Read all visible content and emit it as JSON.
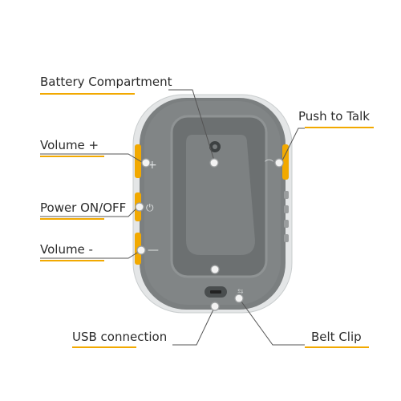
{
  "colors": {
    "accent": "#f2a900",
    "body": "#7b7f80",
    "body_dark": "#6e7273",
    "rim": "#dfe2e3",
    "panel": "#868a8b",
    "leader": "#555555",
    "marker": "#f3f3f3"
  },
  "labels": {
    "battery": "Battery Compartment",
    "push_to_talk": "Push to Talk",
    "volume_up": "Volume +",
    "power": "Power ON/OFF",
    "volume_down": "Volume -",
    "usb": "USB connection",
    "belt_clip": "Belt Clip"
  },
  "icons": {
    "volume_up": "plus-icon",
    "power": "power-icon",
    "volume_down": "minus-icon",
    "usb": "usb-icon",
    "push_to_talk": "microphone-icon"
  }
}
